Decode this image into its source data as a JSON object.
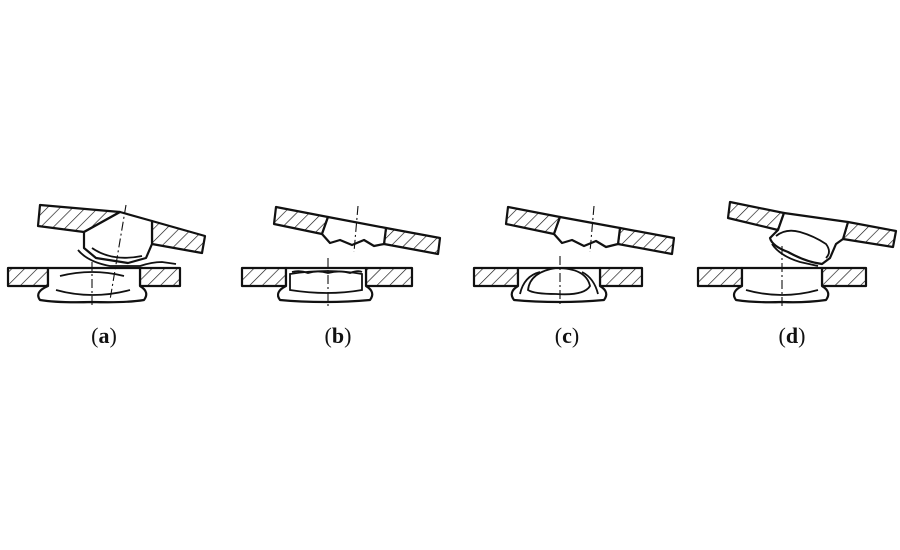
{
  "figure": {
    "panels": [
      {
        "id": "a",
        "label_open": "(",
        "label_letter": "a",
        "label_close": ")"
      },
      {
        "id": "b",
        "label_open": "(",
        "label_letter": "b",
        "label_close": ")"
      },
      {
        "id": "c",
        "label_open": "(",
        "label_letter": "c",
        "label_close": ")"
      },
      {
        "id": "d",
        "label_open": "(",
        "label_letter": "d",
        "label_close": ")"
      }
    ]
  }
}
